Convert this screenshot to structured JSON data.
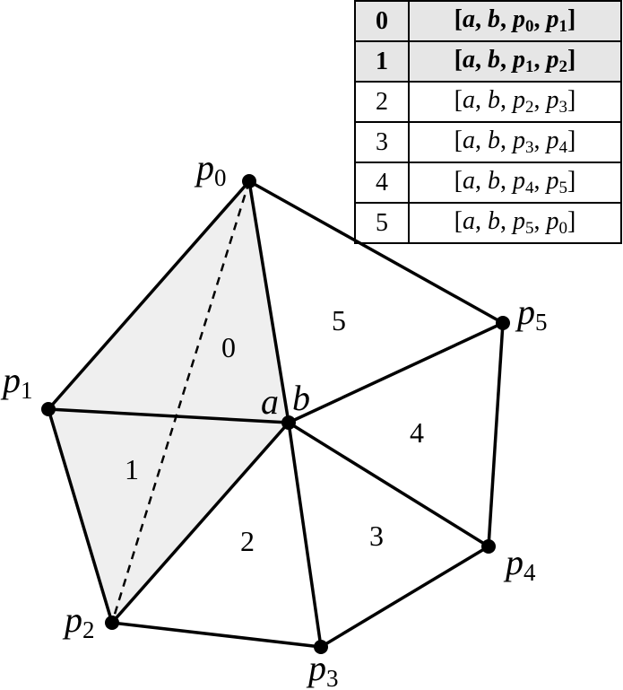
{
  "table": {
    "rows": [
      {
        "index": "0",
        "v": [
          "a",
          "b",
          "p",
          "p"
        ],
        "sub": [
          "",
          "",
          "0",
          "1"
        ],
        "highlighted": true
      },
      {
        "index": "1",
        "v": [
          "a",
          "b",
          "p",
          "p"
        ],
        "sub": [
          "",
          "",
          "1",
          "2"
        ],
        "highlighted": true
      },
      {
        "index": "2",
        "v": [
          "a",
          "b",
          "p",
          "p"
        ],
        "sub": [
          "",
          "",
          "2",
          "3"
        ],
        "highlighted": false
      },
      {
        "index": "3",
        "v": [
          "a",
          "b",
          "p",
          "p"
        ],
        "sub": [
          "",
          "",
          "3",
          "4"
        ],
        "highlighted": false
      },
      {
        "index": "4",
        "v": [
          "a",
          "b",
          "p",
          "p"
        ],
        "sub": [
          "",
          "",
          "4",
          "5"
        ],
        "highlighted": false
      },
      {
        "index": "5",
        "v": [
          "a",
          "b",
          "p",
          "p"
        ],
        "sub": [
          "",
          "",
          "5",
          "0"
        ],
        "highlighted": false
      }
    ]
  },
  "vertices": {
    "p0": {
      "name": "p",
      "sub": "0"
    },
    "p1": {
      "name": "p",
      "sub": "1"
    },
    "p2": {
      "name": "p",
      "sub": "2"
    },
    "p3": {
      "name": "p",
      "sub": "3"
    },
    "p4": {
      "name": "p",
      "sub": "4"
    },
    "p5": {
      "name": "p",
      "sub": "5"
    },
    "a": {
      "name": "a"
    },
    "b": {
      "name": "b"
    }
  },
  "tetrahedra": [
    "0",
    "1",
    "2",
    "3",
    "4",
    "5"
  ],
  "colors": {
    "highlight_fill": "#efefef",
    "stroke": "#000000"
  }
}
